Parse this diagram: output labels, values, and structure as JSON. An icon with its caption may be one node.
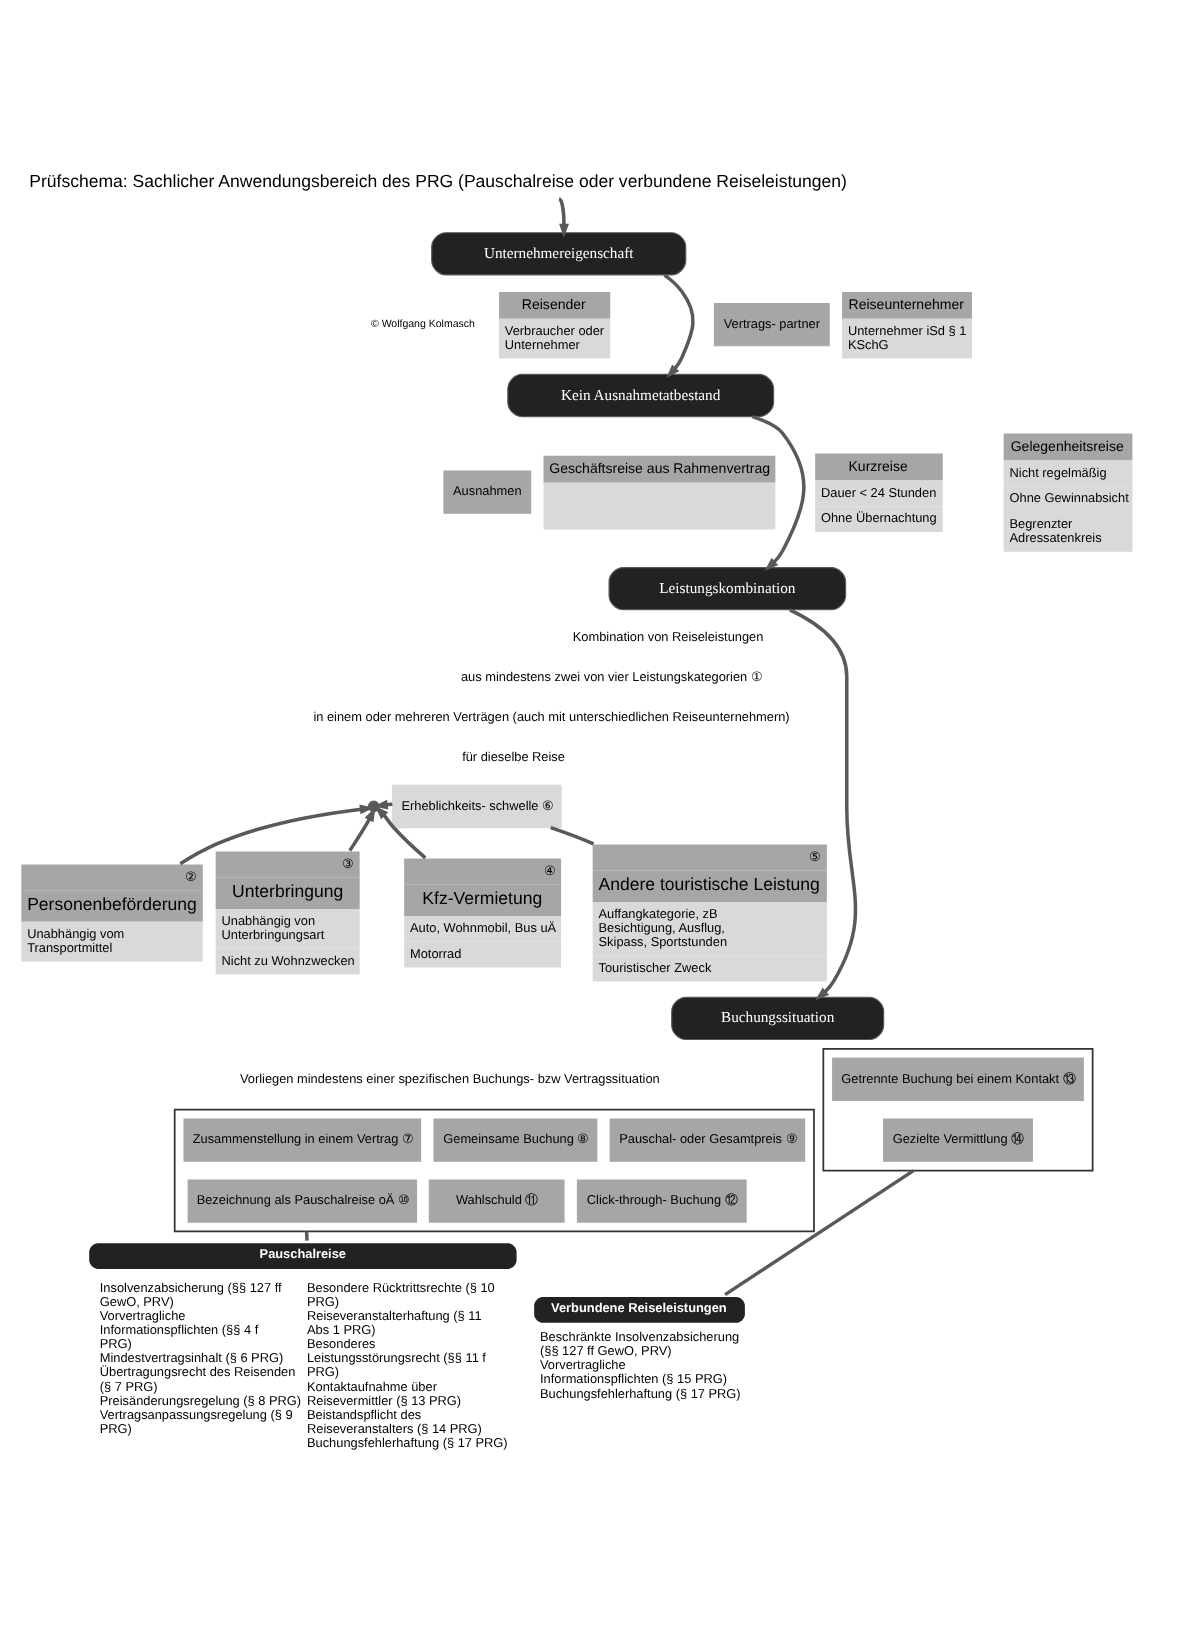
{
  "diagram": {
    "title": "Prüfschema: Sachlicher Anwendungsbereich des PRG (Pauschalreise oder verbundene Reiseleistungen)",
    "nodes": [
      {
        "text": [
          "Unternehmereigenschaft"
        ]
      },
      {
        "text": [
          "Vertrags- partner"
        ]
      },
      {
        "text": [
          "Reiseunternehmer",
          "Unternehmer iSd § 1 KSchG"
        ]
      },
      {
        "text": [
          "Reisender",
          "Verbraucher oder Unternehmer"
        ]
      },
      {
        "text": [
          "Kein Ausnahmetatbestand"
        ]
      },
      {
        "text": [
          "Ausnahmen"
        ]
      },
      {
        "text": [
          "Kurzreise",
          "Dauer < 24 Stunden",
          "Ohne Übernachtung"
        ]
      },
      {
        "text": [
          "Gelegenheitsreise",
          "Nicht regelmäßig",
          "Ohne Gewinnabsicht",
          "Begrenzter Adressatenkreis"
        ]
      },
      {
        "text": [
          "Geschäftsreise aus Rahmenvertrag"
        ]
      },
      {
        "text": [
          "Leistungskombination"
        ]
      },
      {
        "text": [],
        "shape": "circle"
      },
      {
        "text": [
          "Erheblichkeits- schwelle ⑥"
        ]
      },
      {
        "text": [
          "②",
          "Personenbeförderung",
          "Unabhängig vom Transportmittel"
        ]
      },
      {
        "text": [
          "③",
          "Unterbringung",
          "Unabhängig von Unterbringungsart",
          "Nicht zu Wohnzwecken"
        ]
      },
      {
        "text": [
          "④",
          "Kfz-Vermietung",
          "Auto, Wohnmobil, Bus uÄ",
          "Motorrad"
        ]
      },
      {
        "text": [
          "⑤",
          "Andere touristische Leistung",
          "Auffangkategorie, zB Besichtigung, Ausflug, Skipass, Sportstunden",
          "Touristischer Zweck"
        ]
      },
      {
        "text": [
          "Buchungssituation"
        ]
      },
      {
        "text": [],
        "shape": "box"
      },
      {
        "text": [
          "Zusammenstellung in einem Vertrag ⑦"
        ],
        "in": 17
      },
      {
        "text": [
          "Gemeinsame Buchung ⑧"
        ],
        "in": 17
      },
      {
        "text": [
          "Pauschal- oder Gesamtpreis ⑨"
        ],
        "in": 17
      },
      {
        "text": [
          "Bezeichnung als Pauschalreise oÄ ⑩"
        ],
        "in": 17
      },
      {
        "text": [
          "Wahlschuld ⑪"
        ],
        "in": 17
      },
      {
        "text": [
          "Click-through- Buchung ⑫"
        ],
        "in": 17
      },
      {
        "text": [],
        "shape": "box"
      },
      {
        "text": [
          "Getrennte Buchung bei einem Kontakt ⑬"
        ],
        "in": 24
      },
      {
        "text": [
          "Gezielte Vermittlung ⑭"
        ],
        "in": 24
      },
      {
        "text": [
          "Pauschalreise"
        ],
        "beside": [
          "Insolvenzabsicherung (§§ 127 ff GewO, PRV)",
          "Vorvertragliche Informationspflichten (§§ 4 f PRG)",
          "Mindestvertragsinhalt (§ 6 PRG)",
          "Übertragungsrecht des Reisenden (§ 7 PRG)",
          "Preisänderungsregelung (§ 8 PRG)",
          "Vertragsanpassungsregelung (§ 9 PRG)",
          "Besondere Rücktrittsrechte (§ 10 PRG)",
          "Reiseveranstalterhaftung (§ 11 Abs 1 PRG)",
          "Besonderes Leistungsstörungsrecht (§§ 11 f PRG)",
          "Kontaktaufnahme über Reisevermittler (§ 13 PRG)",
          "Beistandspflicht des Reiseveranstalters (§ 14 PRG)",
          "Buchungsfehlerhaftung (§ 17 PRG)"
        ]
      },
      {
        "text": [
          "Verbundene Reiseleistungen"
        ],
        "beside": [
          "Beschränkte Insolvenzabsicherung (§§ 127 ff GewO, PRV)",
          "Vorvertragliche Informationspflichten (§ 15 PRG)",
          "Buchungsfehlerhaftung (§ 17 PRG)"
        ]
      }
    ],
    "edges": [
      {
        "from": null,
        "to": 0,
        "arrow": "to"
      },
      {
        "from": 0,
        "to": 4,
        "arrow": "to"
      },
      {
        "from": 4,
        "to": 9,
        "arrow": "to"
      },
      {
        "from": 9,
        "to": 16,
        "arrow": "to"
      },
      {
        "from": 12,
        "to": 10,
        "arrow": "to"
      },
      {
        "from": 13,
        "to": 10,
        "arrow": "to"
      },
      {
        "from": 14,
        "to": 10,
        "arrow": "to"
      },
      {
        "from": 15,
        "to": 11,
        "arrow": "none"
      },
      {
        "from": 11,
        "to": 10,
        "arrow": "to"
      },
      {
        "from": 17,
        "to": 27,
        "arrow": "none"
      },
      {
        "from": 24,
        "to": 28,
        "arrow": "none"
      }
    ],
    "labels": [
      "© Wolfgang Kolmasch",
      "Kombination von Reiseleistungen",
      "aus mindestens zwei von vier Leistungskategorien ①",
      "in einem oder mehreren Verträgen (auch mit unterschiedlichen Reiseunternehmern)",
      "für dieselbe Reise",
      "Vorliegen mindestens einer spezifischen Buchungs- bzw Vertragssituation"
    ]
  }
}
